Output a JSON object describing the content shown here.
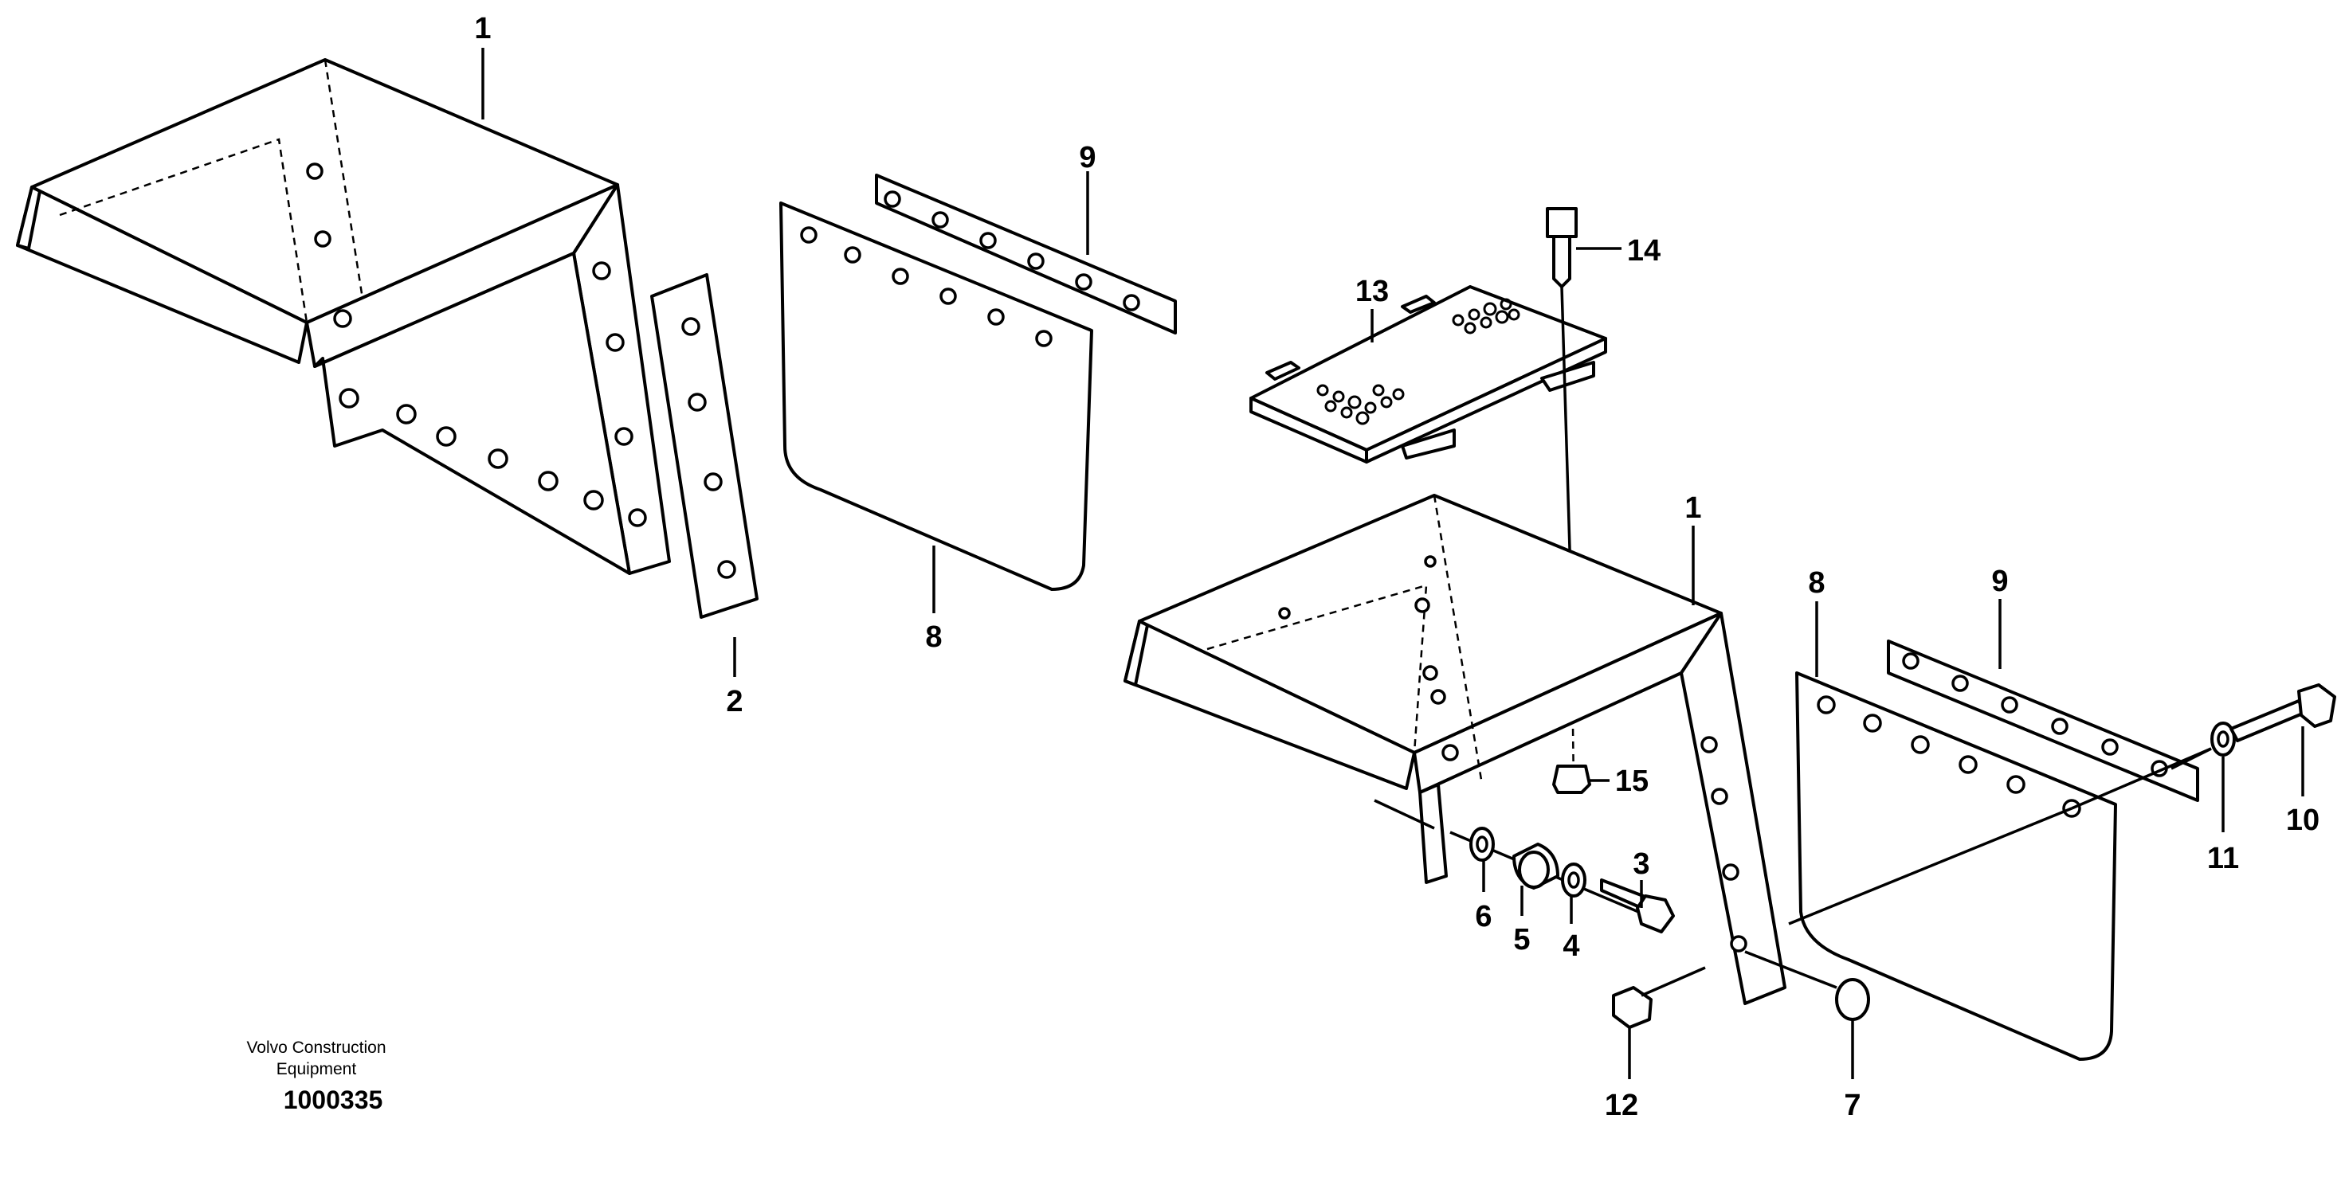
{
  "labels": {
    "l1a": "1",
    "l2": "2",
    "l9a": "9",
    "l8a": "8",
    "l13": "13",
    "l14": "14",
    "l1b": "1",
    "l8b": "8",
    "l9b": "9",
    "l15": "15",
    "l3": "3",
    "l6": "6",
    "l5": "5",
    "l4": "4",
    "l11": "11",
    "l10": "10",
    "l12": "12",
    "l7": "7"
  },
  "caption": {
    "line1": "Volvo Construction",
    "line2": "Equipment",
    "number": "1000335"
  }
}
